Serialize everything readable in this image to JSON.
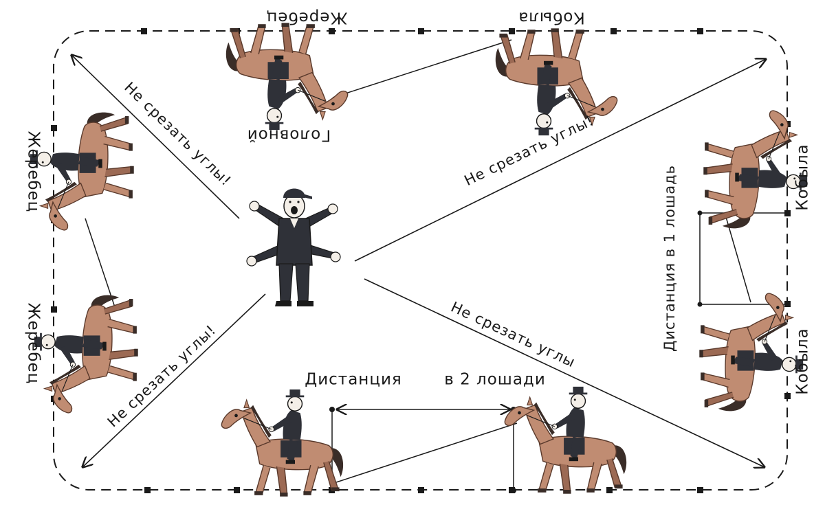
{
  "labels": {
    "top_left": "Жеребец",
    "top_right": "Кобыла",
    "lead": "Головной",
    "left_upper": "Жеребец",
    "left_lower": "Жеребец",
    "right_upper": "Кобыла",
    "right_lower": "Кобыла",
    "right_distance": "Дистанция в 1 лошадь",
    "bottom_distance": "Дистанция",
    "bottom_distance_value": "в 2 лошади",
    "diagonal_ul": "Не срезать углы!",
    "diagonal_ur": "Не срезать углы!",
    "diagonal_ll": "Не срезать углы!",
    "diagonal_lr": "Не срезать углы"
  },
  "colors": {
    "line": "#1a1a1a",
    "horse": "#c08c72",
    "horse_shade": "#9c6a54",
    "mane": "#3a2d28",
    "coat": "#2f3138",
    "skin": "#f4efe8"
  }
}
